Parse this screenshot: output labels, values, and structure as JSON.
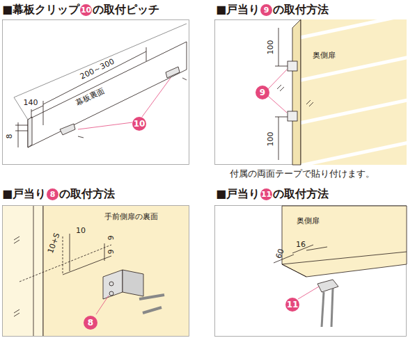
{
  "diagram": {
    "nodes": [
      {
        "text": [
          "10"
        ]
      },
      {
        "text": [
          "9"
        ]
      },
      {
        "text": [
          "10"
        ]
      },
      {
        "text": [
          "9"
        ]
      },
      {
        "text": [
          "8"
        ]
      },
      {
        "text": [
          "11"
        ]
      },
      {
        "text": [
          "8"
        ]
      },
      {
        "text": [
          "11"
        ]
      }
    ],
    "labels": [
      "■幕板クリップ",
      "の取付ピッチ",
      "■戸当り",
      "の取付方法",
      "■戸当り",
      "の取付方法",
      "■戸当り",
      "の取付方法",
      "200～300",
      "140",
      "幕板裏面",
      "8",
      "100",
      "奥側扉",
      "100",
      "付属の両面テープで貼り付けます。",
      "10+S",
      "10",
      "9",
      "9",
      "手前側扉の裏面",
      "奥側扉",
      "60",
      "16"
    ]
  }
}
